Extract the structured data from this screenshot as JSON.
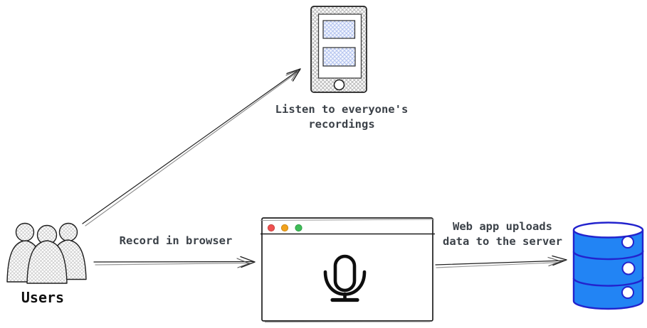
{
  "diagram": {
    "nodes": {
      "users": {
        "label": "Users",
        "icon": "users-group-icon"
      },
      "phone": {
        "icon": "smartphone-icon",
        "caption_line1": "Listen to everyone's",
        "caption_line2": "recordings"
      },
      "browser_window": {
        "icon": "browser-window-icon",
        "content_icon": "microphone-icon",
        "window_buttons": [
          "close",
          "minimize",
          "maximize"
        ]
      },
      "database": {
        "icon": "database-cylinder-icon"
      }
    },
    "edges": {
      "users_to_phone": {
        "from": "users",
        "to": "phone",
        "label": ""
      },
      "users_to_browser": {
        "from": "users",
        "to": "browser_window",
        "label": "Record in browser"
      },
      "browser_to_database": {
        "from": "browser_window",
        "to": "database",
        "label_line1": "Web app uploads",
        "label_line2": "data to the server"
      }
    },
    "colors": {
      "sketch_stroke": "#1e1e1e",
      "secondary_stroke": "#8a8a8a",
      "label_text": "#3b4148",
      "users_label_text": "#0f0f0f",
      "window_button_close": "#f05151",
      "window_button_minimize": "#f2a31d",
      "window_button_maximize": "#3fbd58",
      "database_fill": "#2284f4",
      "database_stroke": "#2323cd",
      "phone_tile_fill": "#f2f5fd",
      "phone_tile_hatch": "#aebfee",
      "gray_hatch": "#b0b0b0"
    }
  }
}
